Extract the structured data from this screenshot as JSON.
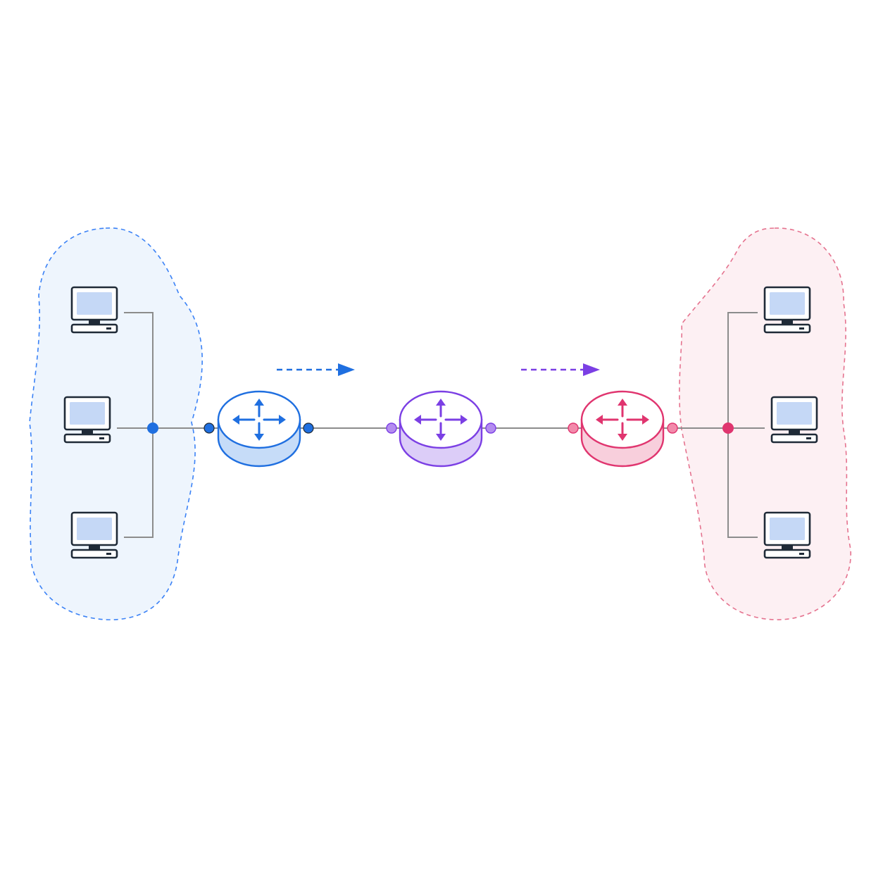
{
  "colors": {
    "background": "#ffffff",
    "link_line": "#8c8c8c",
    "monitor_outline": "#1f2a37",
    "monitor_screen": "#c5d8f6",
    "left_network": "#3b82f6",
    "left_network_fill": "#eef5fd",
    "right_network": "#e5738f",
    "right_network_fill": "#fdf0f3",
    "router_left": "#1f6fe0",
    "router_left_fill": "#c6dcf8",
    "router_middle": "#7b3fe4",
    "router_middle_fill": "#dccdf8",
    "router_right": "#e0356f",
    "router_right_fill": "#f8cfdc"
  },
  "icons": {
    "computer": "desktop-computer-icon",
    "router": "router-icon",
    "flow": "dashed-arrow-icon"
  },
  "networks": [
    {
      "name": "left-network",
      "computers": 3,
      "color": "left_network"
    },
    {
      "name": "right-network",
      "computers": 3,
      "color": "right_network"
    }
  ],
  "routers": [
    {
      "name": "router-left",
      "color": "router_left"
    },
    {
      "name": "router-middle",
      "color": "router_middle"
    },
    {
      "name": "router-right",
      "color": "router_right"
    }
  ],
  "flow_arrows": [
    {
      "name": "flow-arrow-left",
      "color": "router_left"
    },
    {
      "name": "flow-arrow-right",
      "color": "router_middle"
    }
  ]
}
